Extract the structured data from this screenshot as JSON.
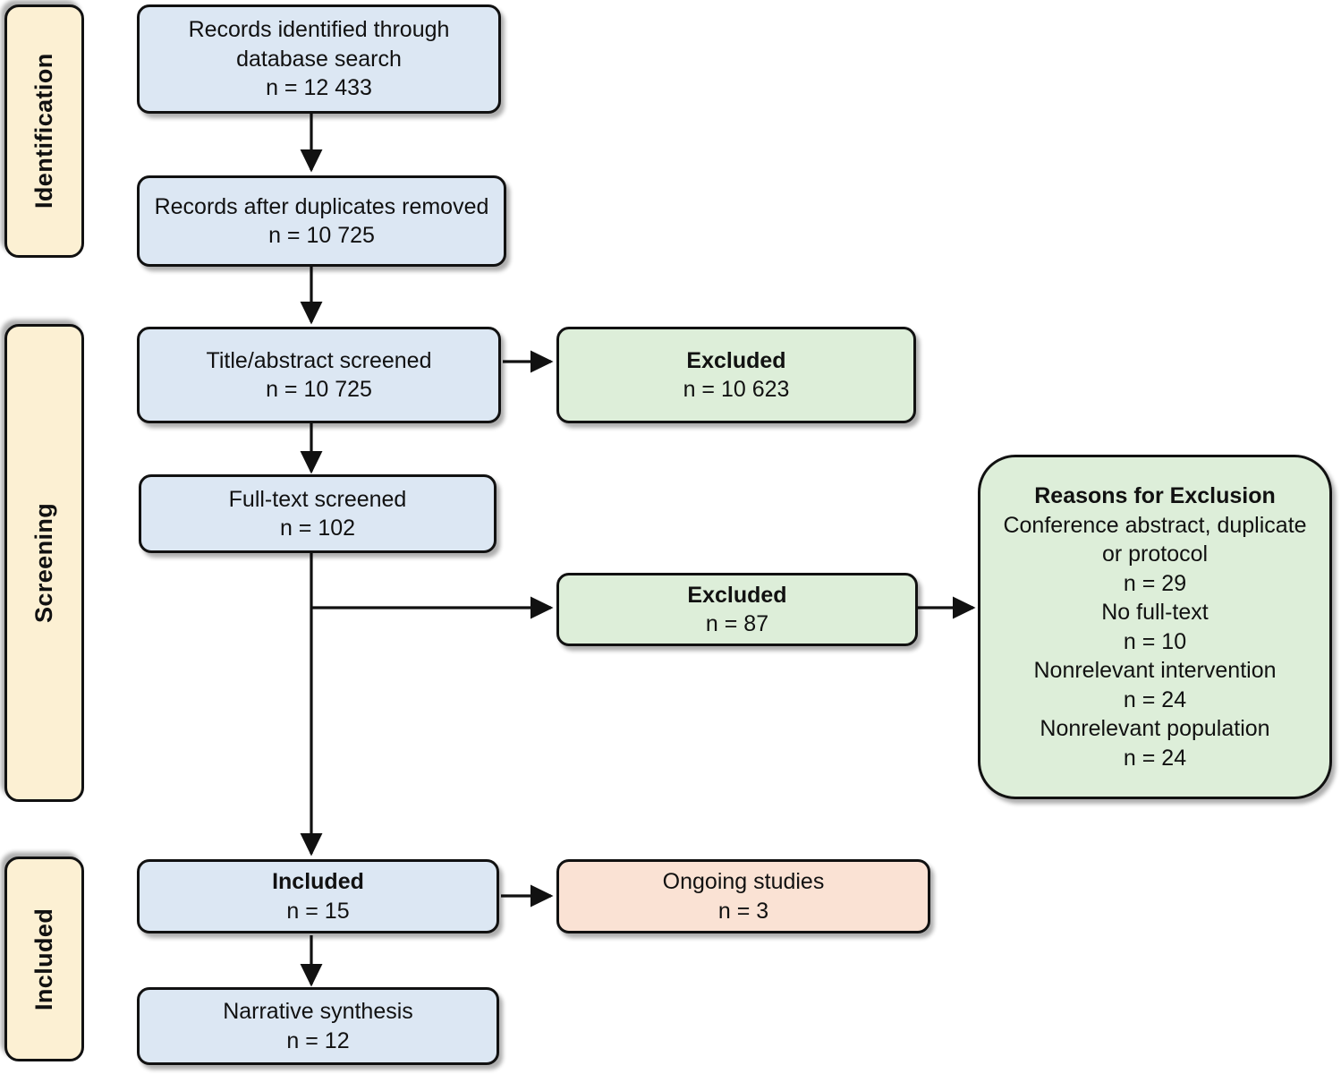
{
  "diagram": {
    "title": "PRISMA study selection flow diagram",
    "colors": {
      "box_blue": "#dce7f3",
      "box_green": "#ddeed9",
      "box_peach": "#fae2d4",
      "stage_cream": "#fcf0d3",
      "stroke": "#111111",
      "background": "#ffffff"
    }
  },
  "stages": [
    {
      "id": "identification",
      "label": "Identification"
    },
    {
      "id": "screening",
      "label": "Screening"
    },
    {
      "id": "included",
      "label": "Included"
    }
  ],
  "nodes": {
    "records_identified": {
      "lines": [
        "Records identified through",
        "database search",
        "n = 12 433"
      ],
      "bold_lines": [],
      "color": "box_blue"
    },
    "records_deduplicated": {
      "lines": [
        "Records after duplicates removed",
        "n = 10 725"
      ],
      "bold_lines": [],
      "color": "box_blue"
    },
    "title_abstract_screened": {
      "lines": [
        "Title/abstract screened",
        "n = 10 725"
      ],
      "bold_lines": [],
      "color": "box_blue"
    },
    "excluded_title_abstract": {
      "lines": [
        "Excluded",
        "n = 10 623"
      ],
      "bold_lines": [
        0
      ],
      "color": "box_green"
    },
    "full_text_screened": {
      "lines": [
        "Full-text screened",
        "n = 102"
      ],
      "bold_lines": [],
      "color": "box_blue"
    },
    "excluded_full_text": {
      "lines": [
        "Excluded",
        "n = 87"
      ],
      "bold_lines": [
        0
      ],
      "color": "box_green"
    },
    "reasons_for_exclusion": {
      "lines": [
        "Reasons for Exclusion",
        "Conference abstract, duplicate",
        "or protocol",
        "n = 29",
        "No full-text",
        "n = 10",
        "Nonrelevant intervention",
        "n = 24",
        "Nonrelevant population",
        "n = 24"
      ],
      "bold_lines": [
        0
      ],
      "color": "box_green"
    },
    "included_studies": {
      "lines": [
        "Included",
        "n = 15"
      ],
      "bold_lines": [
        0
      ],
      "color": "box_blue"
    },
    "ongoing_studies": {
      "lines": [
        "Ongoing studies",
        "n = 3"
      ],
      "bold_lines": [],
      "color": "box_peach"
    },
    "narrative_synthesis": {
      "lines": [
        "Narrative synthesis",
        "n = 12"
      ],
      "bold_lines": [],
      "color": "box_blue"
    }
  },
  "counts": {
    "records_identified": 12433,
    "records_after_duplicates": 10725,
    "title_abstract_screened": 10725,
    "excluded_at_title_abstract": 10623,
    "full_text_screened": 102,
    "excluded_at_full_text": 87,
    "reason_conference_abstract_duplicate_or_protocol": 29,
    "reason_no_full_text": 10,
    "reason_nonrelevant_intervention": 24,
    "reason_nonrelevant_population": 24,
    "included": 15,
    "ongoing_studies": 3,
    "narrative_synthesis": 12
  },
  "connectors": [
    {
      "from": "records_identified",
      "to": "records_deduplicated",
      "direction": "down"
    },
    {
      "from": "records_deduplicated",
      "to": "title_abstract_screened",
      "direction": "down"
    },
    {
      "from": "title_abstract_screened",
      "to": "excluded_title_abstract",
      "direction": "right"
    },
    {
      "from": "title_abstract_screened",
      "to": "full_text_screened",
      "direction": "down"
    },
    {
      "from": "full_text_screened",
      "to": "excluded_full_text",
      "direction": "right-branch"
    },
    {
      "from": "excluded_full_text",
      "to": "reasons_for_exclusion",
      "direction": "right"
    },
    {
      "from": "full_text_screened",
      "to": "included_studies",
      "direction": "down"
    },
    {
      "from": "included_studies",
      "to": "ongoing_studies",
      "direction": "right"
    },
    {
      "from": "included_studies",
      "to": "narrative_synthesis",
      "direction": "down"
    }
  ]
}
